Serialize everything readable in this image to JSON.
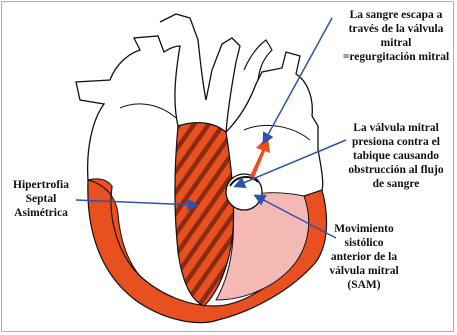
{
  "colors": {
    "muscle": "#e8501f",
    "hatch": "#8a2a12",
    "outflow_tint": "#f4b9b5",
    "outline": "#111111",
    "arrow": "#2f52b0",
    "flow_arrow": "#e8501f",
    "frame": "#7cc9b7"
  },
  "labels": {
    "regurgitation": "La sangre escapa a\ntravés de la válvula\nmitral\n=regurgitación mitral",
    "obstruction": "La válvula mitral\npresiona contra el\ntabique causando\nobstrucción al flujo\nde sangre",
    "hypertrophy": "Hipertrofia\nSeptal\nAsimétrica",
    "sam": "Movimiento\nsistólico\nanterior de la\nválvula mitral\n(SAM)"
  }
}
